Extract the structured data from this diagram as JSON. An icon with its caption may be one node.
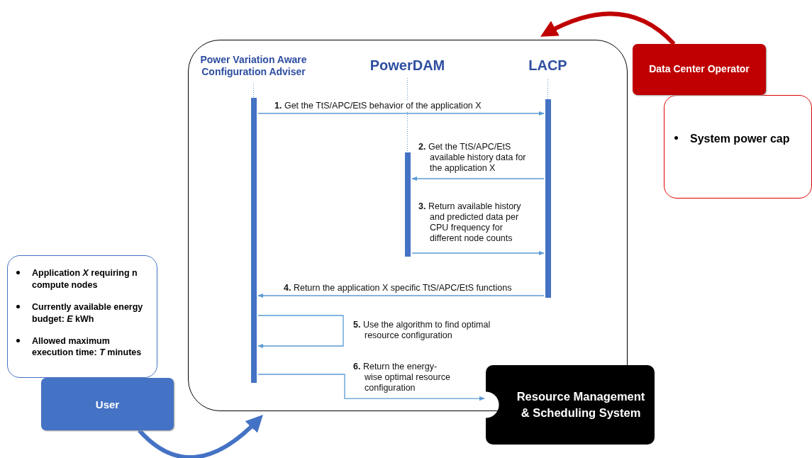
{
  "diagram": {
    "nodes": [
      {
        "text": [],
        "shape": "box"
      },
      {
        "text": [
          "Power Variation Aware Configuration Adviser"
        ],
        "in": 0
      },
      {
        "text": [
          "PowerDAM"
        ],
        "in": 0
      },
      {
        "text": [
          "LACP"
        ],
        "in": 0
      },
      {
        "text": [
          "Data Center Operator"
        ]
      },
      {
        "text": [
          "System power cap"
        ]
      },
      {
        "text": [
          "Application *X* requiring n compute nodes",
          "Currently available energy budget: *E* kWh",
          "Allowed maximum execution time: *T* minutes"
        ]
      },
      {
        "text": [
          "User"
        ]
      },
      {
        "text": [
          "Resource Management & Scheduling System"
        ]
      }
    ],
    "edges": [
      {
        "from": 1,
        "to": 3,
        "arrow": "to",
        "label": "**1.** Get the TtS/APC/EtS behavior of the application X"
      },
      {
        "from": 3,
        "to": 2,
        "arrow": "to",
        "label": "**2.** Get the TtS/APC/EtS available history data for the application X"
      },
      {
        "from": 2,
        "to": 3,
        "arrow": "to",
        "label": "**3.** Return available history and predicted data per CPU frequency for different node counts"
      },
      {
        "from": 3,
        "to": 1,
        "arrow": "to",
        "label": "**4.** Return the application X specific TtS/APC/EtS functions"
      },
      {
        "from": 1,
        "to": 1,
        "arrow": "to",
        "label": "**5.** Use the algorithm to find optimal resource configuration"
      },
      {
        "from": 1,
        "to": 8,
        "arrow": "to",
        "label": "**6.** Return the energy-wise optimal resource configuration"
      },
      {
        "from": 7,
        "to": 0,
        "arrow": "to",
        "style": "thick",
        "color": "#4472c4"
      },
      {
        "from": 4,
        "to": 0,
        "arrow": "to",
        "style": "thick",
        "color": "#c00000"
      }
    ]
  }
}
